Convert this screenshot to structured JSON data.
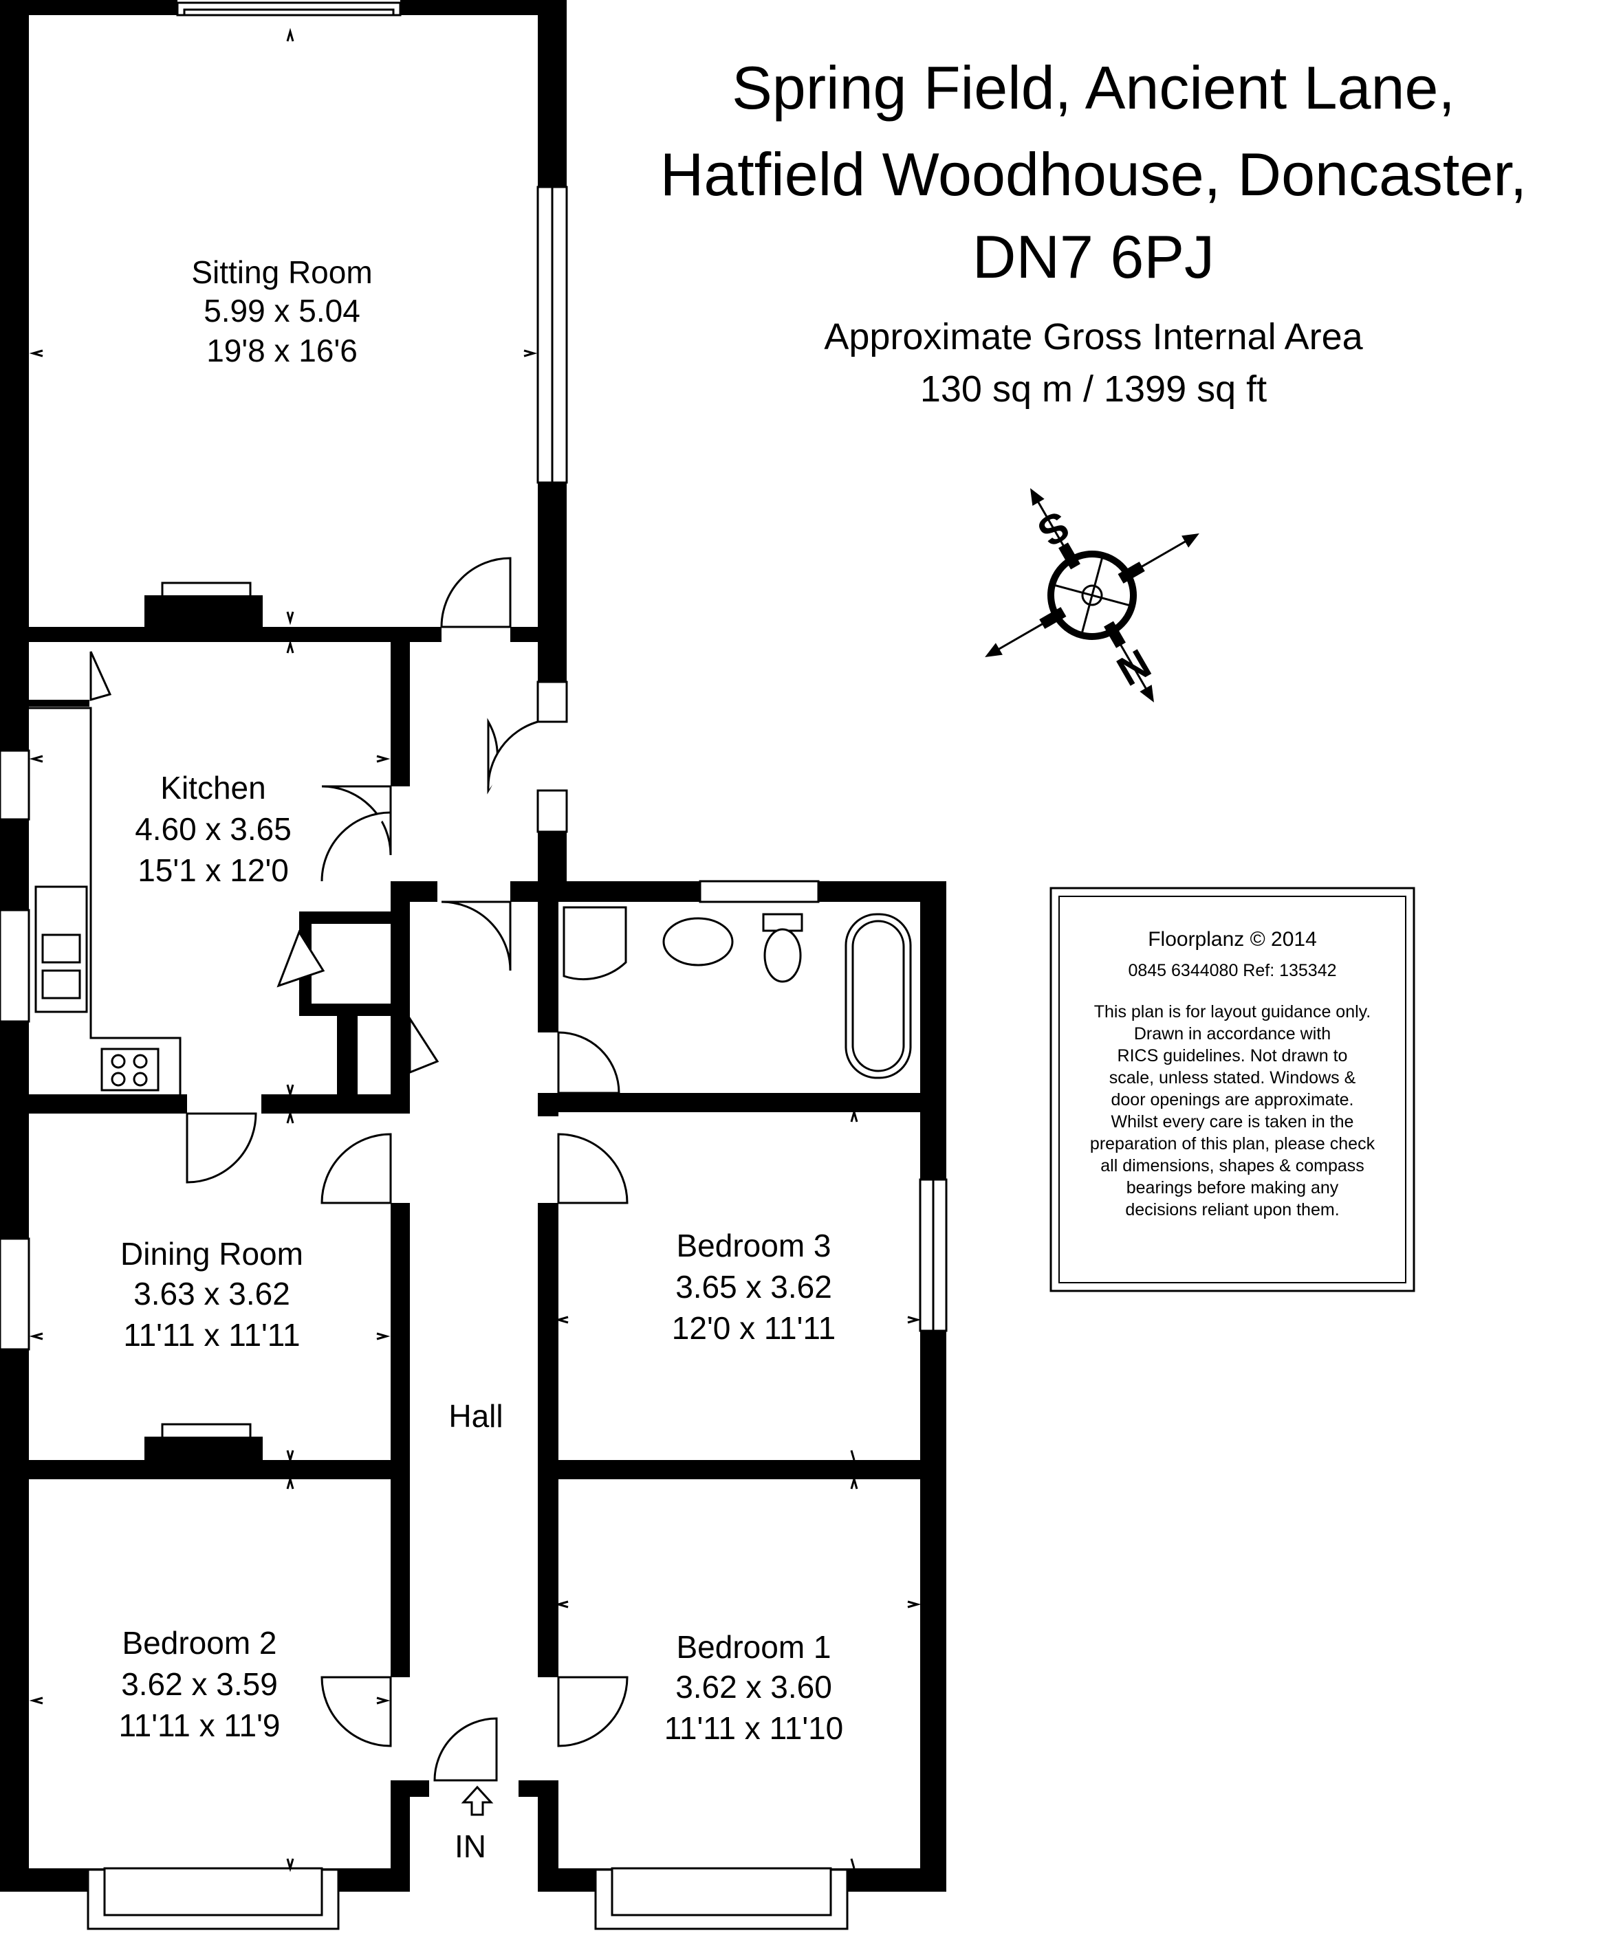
{
  "title": {
    "line1": "Spring Field, Ancient Lane,",
    "line2": "Hatfield Woodhouse, Doncaster,",
    "line3": "DN7 6PJ"
  },
  "area": {
    "label": "Approximate Gross Internal Area",
    "value": "130 sq m / 1399 sq ft"
  },
  "rooms": {
    "sitting": {
      "name": "Sitting Room",
      "metric": "5.99 x 5.04",
      "imperial": "19'8 x 16'6"
    },
    "kitchen": {
      "name": "Kitchen",
      "metric": "4.60 x 3.65",
      "imperial": "15'1 x 12'0"
    },
    "dining": {
      "name": "Dining Room",
      "metric": "3.63 x 3.62",
      "imperial": "11'11 x 11'11"
    },
    "bedroom3": {
      "name": "Bedroom 3",
      "metric": "3.65 x 3.62",
      "imperial": "12'0 x 11'11"
    },
    "bedroom2": {
      "name": "Bedroom 2",
      "metric": "3.62 x 3.59",
      "imperial": "11'11 x 11'9"
    },
    "bedroom1": {
      "name": "Bedroom 1",
      "metric": "3.62 x 3.60",
      "imperial": "11'11 x 11'10"
    },
    "hall": {
      "name": "Hall"
    }
  },
  "entrance": {
    "label": "IN"
  },
  "compass": {
    "north": "N",
    "south": "S"
  },
  "disclaimer": {
    "company": "Floorplanz © 2014",
    "contact": "0845 6344080 Ref: 135342",
    "lines": [
      "This plan is for layout guidance only.",
      "Drawn in accordance with",
      "RICS guidelines. Not drawn to",
      "scale, unless stated. Windows &",
      "door openings are approximate.",
      "Whilst every care is taken in the",
      "preparation of this plan, please check",
      "all dimensions, shapes & compass",
      "bearings before making any",
      "decisions reliant upon them."
    ]
  }
}
